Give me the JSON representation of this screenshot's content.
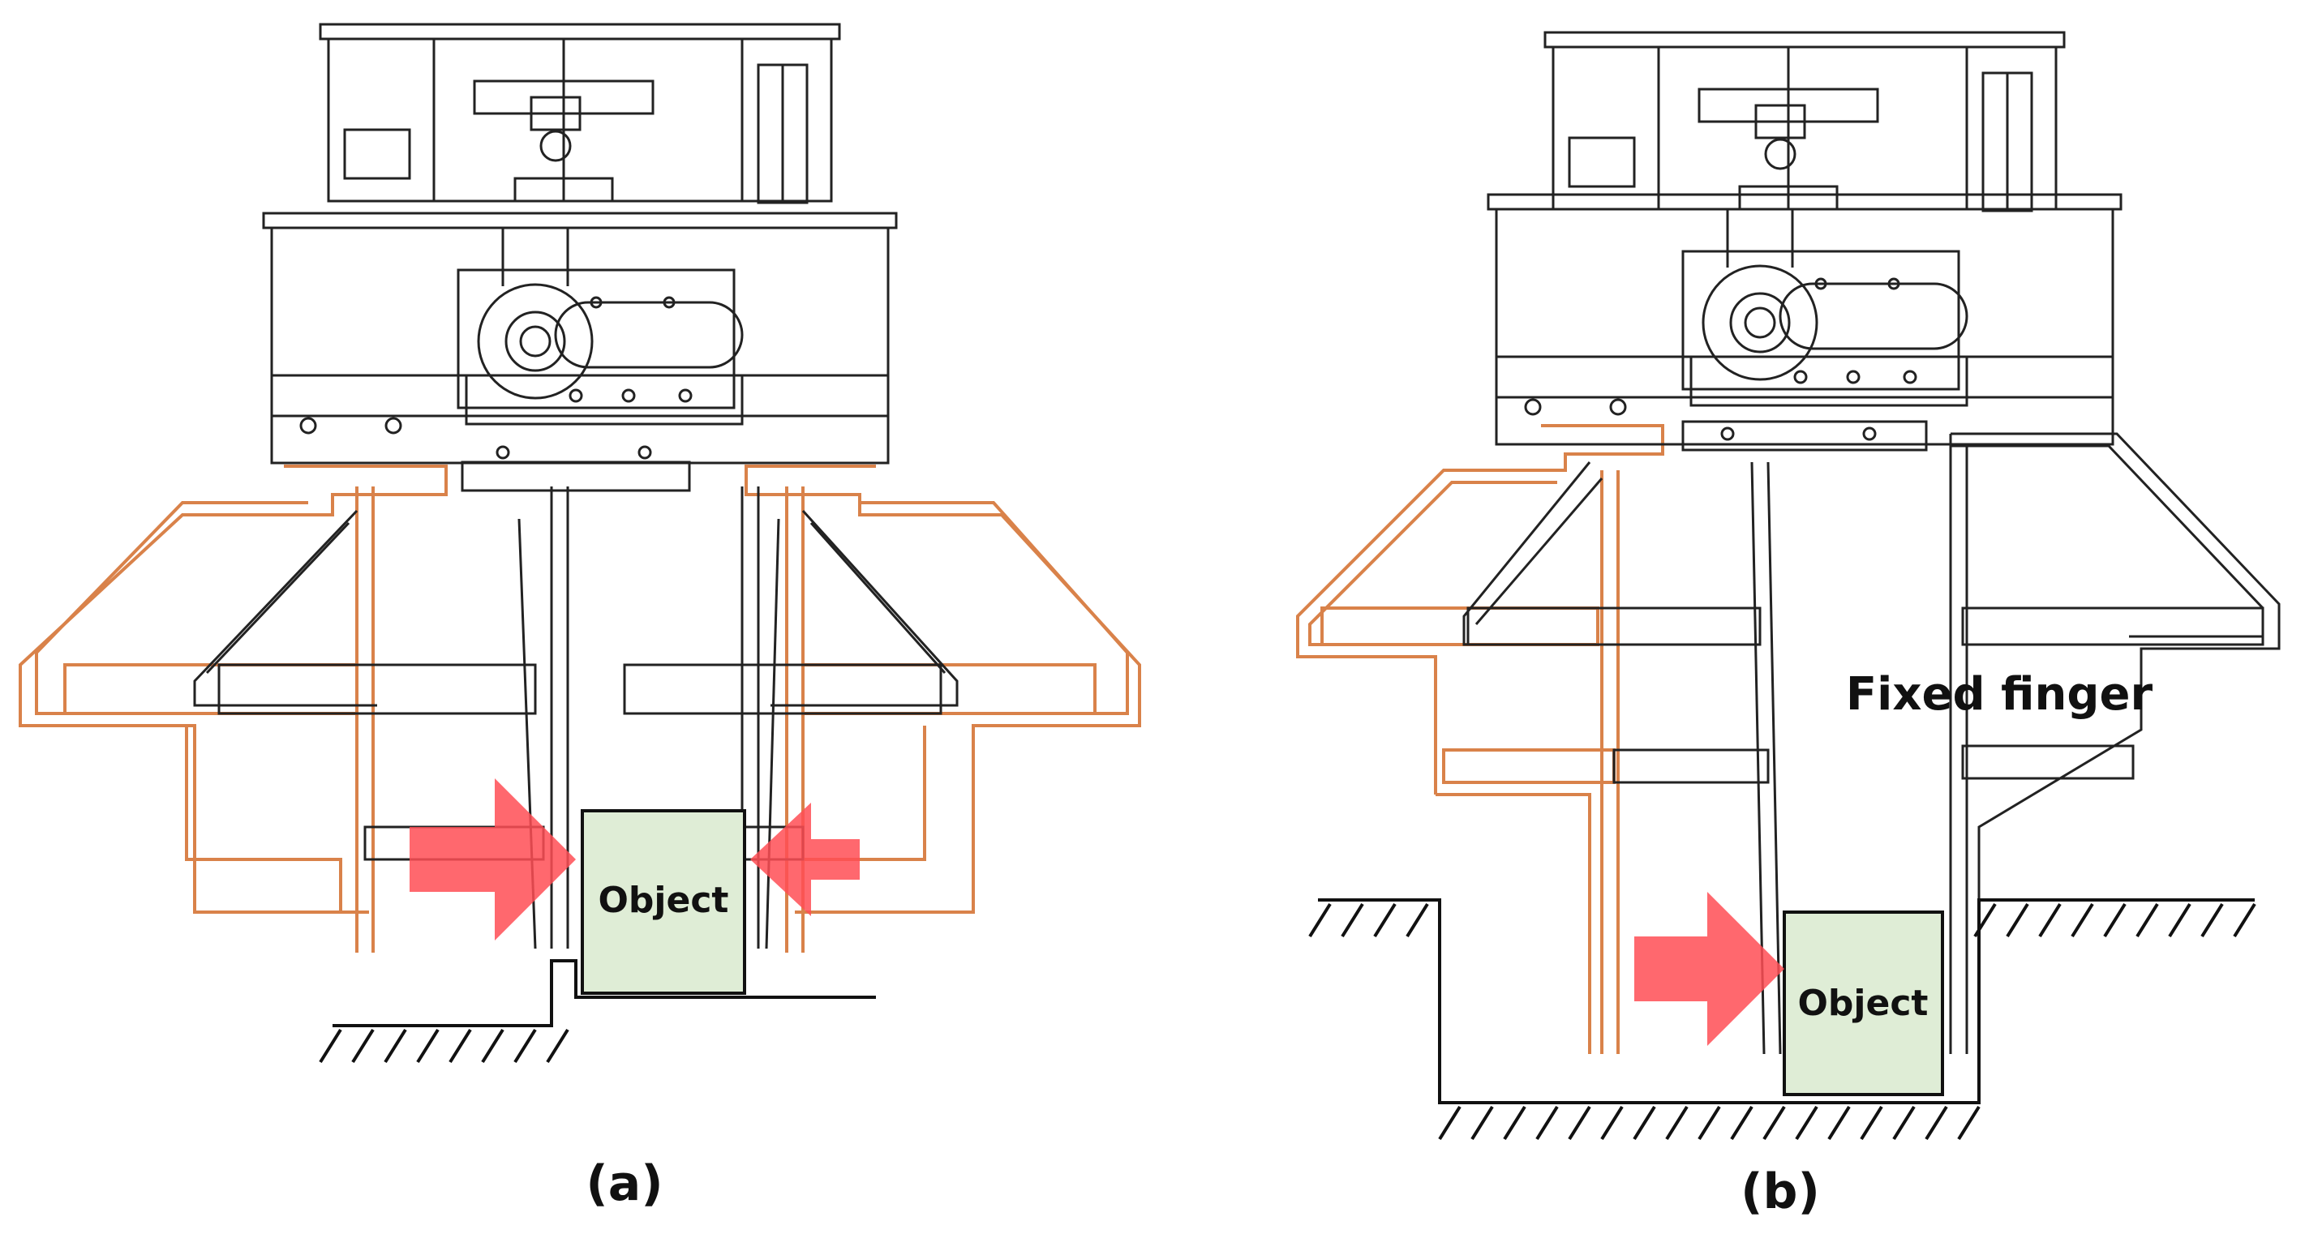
{
  "panels": [
    {
      "id": "a",
      "caption": "(a)",
      "object_label": "Object"
    },
    {
      "id": "b",
      "caption": "(b)",
      "object_label": "Object",
      "fixed_finger_label": "Fixed finger"
    }
  ],
  "colors": {
    "mechanism": "#222222",
    "moved_position": "#d9824a",
    "arrow": "#ff4d55",
    "object_fill": "#dfedd6",
    "ground": "#111111"
  },
  "icons": [
    "gripper-mechanism-drawing",
    "push-arrow-icon",
    "ground-hatch"
  ]
}
